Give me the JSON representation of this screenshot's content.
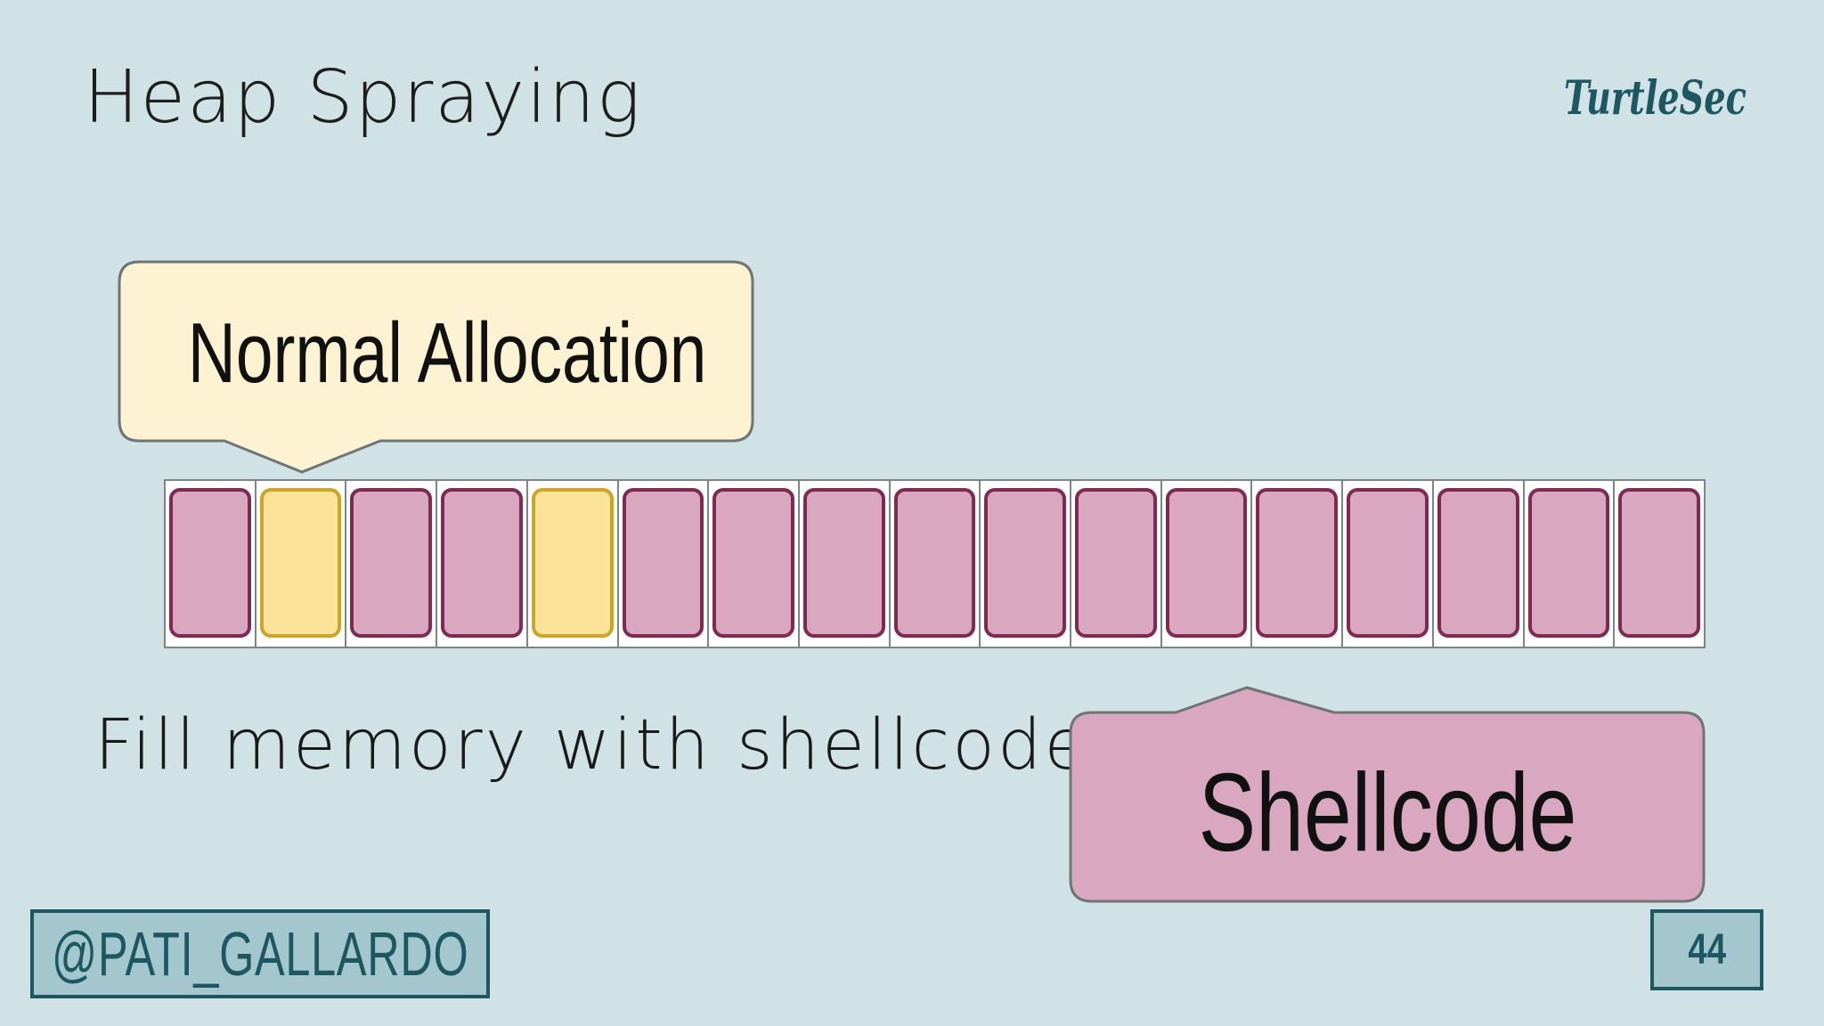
{
  "slide": {
    "title": "Heap Spraying",
    "brand": "TurtleSec",
    "subtitle": "Fill memory with shellcode",
    "handle": "@PATI_GALLARDO",
    "page_number": "44"
  },
  "callouts": {
    "normal": "Normal Allocation",
    "shellcode": "Shellcode"
  },
  "memory": {
    "cells": [
      "shellcode",
      "normal",
      "shellcode",
      "shellcode",
      "normal",
      "shellcode",
      "shellcode",
      "shellcode",
      "shellcode",
      "shellcode",
      "shellcode",
      "shellcode",
      "shellcode",
      "shellcode",
      "shellcode",
      "shellcode",
      "shellcode"
    ]
  },
  "colors": {
    "background": "#d0e2e5",
    "shellcode_fill": "#d9a7bf",
    "shellcode_border": "#7e2a52",
    "normal_fill": "#fde29a",
    "normal_border": "#c9a52a",
    "callout_normal_fill": "#fdf3d3",
    "brand": "#1c5762"
  }
}
